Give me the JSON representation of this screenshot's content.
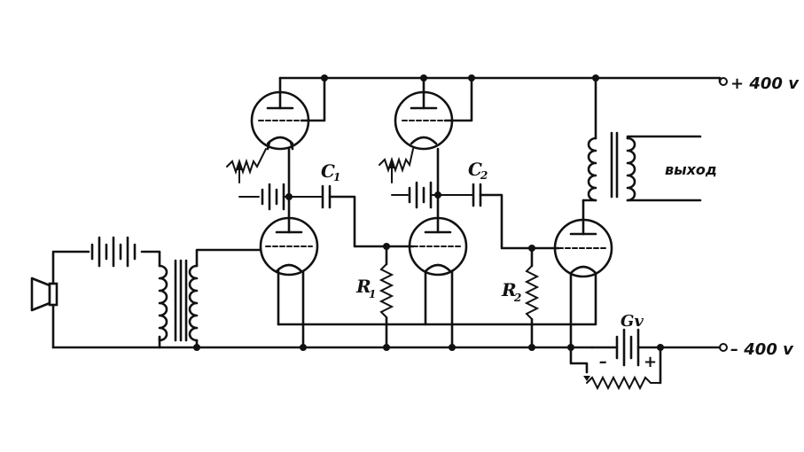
{
  "diagram": {
    "supply_positive": "+ 400 v",
    "supply_negative": "– 400 v",
    "output_label": "выход",
    "capacitor_1": "C",
    "capacitor_1_sub": "1",
    "capacitor_2": "C",
    "capacitor_2_sub": "2",
    "resistor_1": "R",
    "resistor_1_sub": "1",
    "resistor_2": "R",
    "resistor_2_sub": "2",
    "battery_label": "Gv",
    "battery_minus": "–",
    "battery_plus": "+"
  }
}
